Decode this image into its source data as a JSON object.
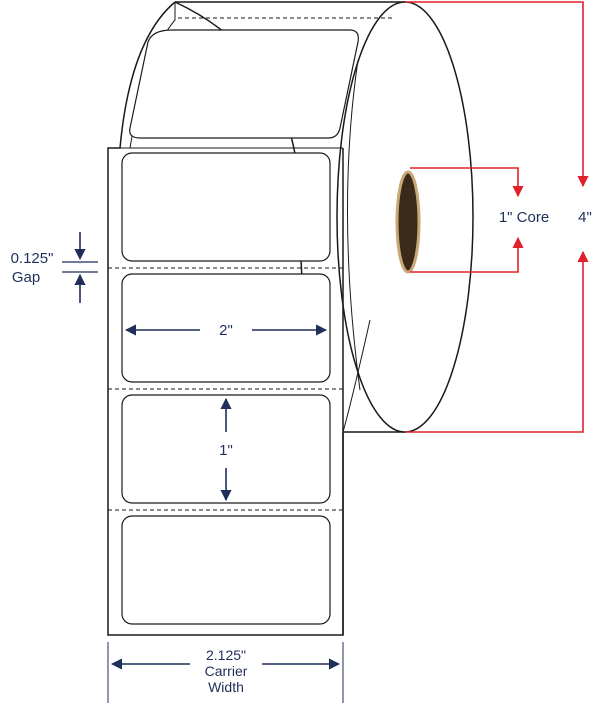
{
  "colors": {
    "outline": "#1a1a1a",
    "dimension_dark": "#1f2f5a",
    "dimension_red": "#e0202a",
    "core_fill": "#3b2a1a",
    "core_edge": "#c9a877"
  },
  "labels": {
    "gap_value": "0.125\"",
    "gap_word": "Gap",
    "label_width": "2\"",
    "label_height": "1\"",
    "carrier_value": "2.125\"",
    "carrier_word": "Carrier",
    "carrier_word2": "Width",
    "core": "1\" Core",
    "outer_diameter": "4\""
  }
}
